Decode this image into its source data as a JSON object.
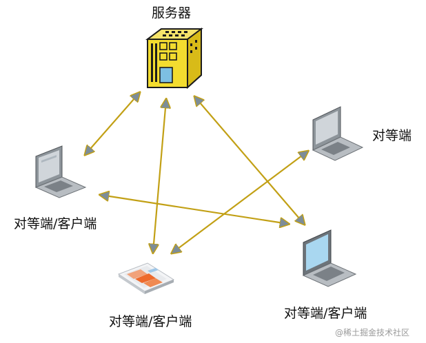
{
  "labels": {
    "server": "服务器",
    "peer_top_right": "对等端",
    "peer_client_left": "对等端/客户端",
    "peer_client_bottom_center": "对等端/客户端",
    "peer_client_bottom_right": "对等端/客户端"
  },
  "watermark": "@稀土掘金技术社区",
  "colors": {
    "arrow": "#c2a015",
    "arrowhead": "#7d8d98",
    "server_body": "#f3dc2f",
    "laptop_body": "#9aa0a6",
    "screen_blue": "#a9d7f0"
  },
  "icons": {
    "server": "server-icon",
    "laptop_left": "laptop-icon",
    "laptop_top_right": "laptop-icon",
    "laptop_bottom_right": "laptop-icon",
    "tablet": "tablet-icon"
  }
}
